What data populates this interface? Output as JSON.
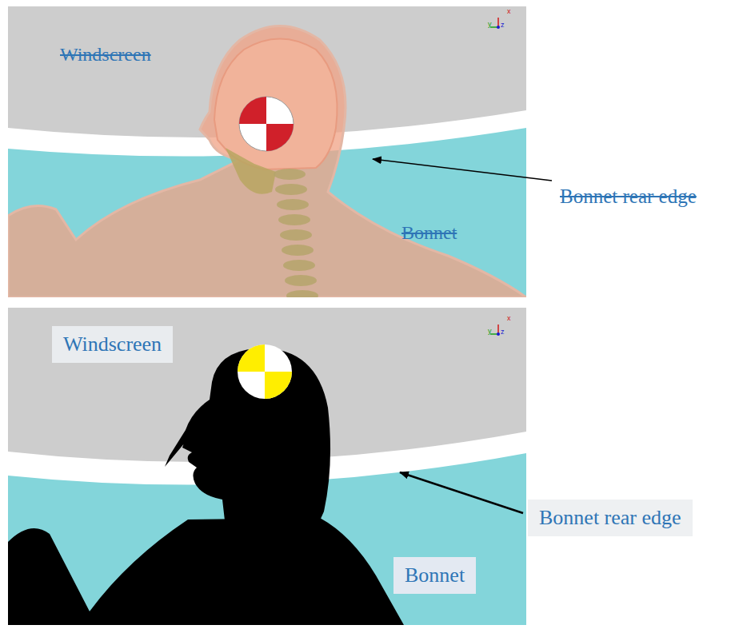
{
  "diagram": {
    "nodes": [
      {
        "text": [
          "Windscreen"
        ]
      },
      {
        "text": [
          "Bonnet rear edge"
        ]
      },
      {
        "text": [
          "Bonnet"
        ]
      }
    ],
    "labels": [
      "x",
      "y",
      "z",
      "Windscreen",
      "Bonnet rear edge",
      "Bonnet",
      "x",
      "y",
      "z"
    ]
  }
}
